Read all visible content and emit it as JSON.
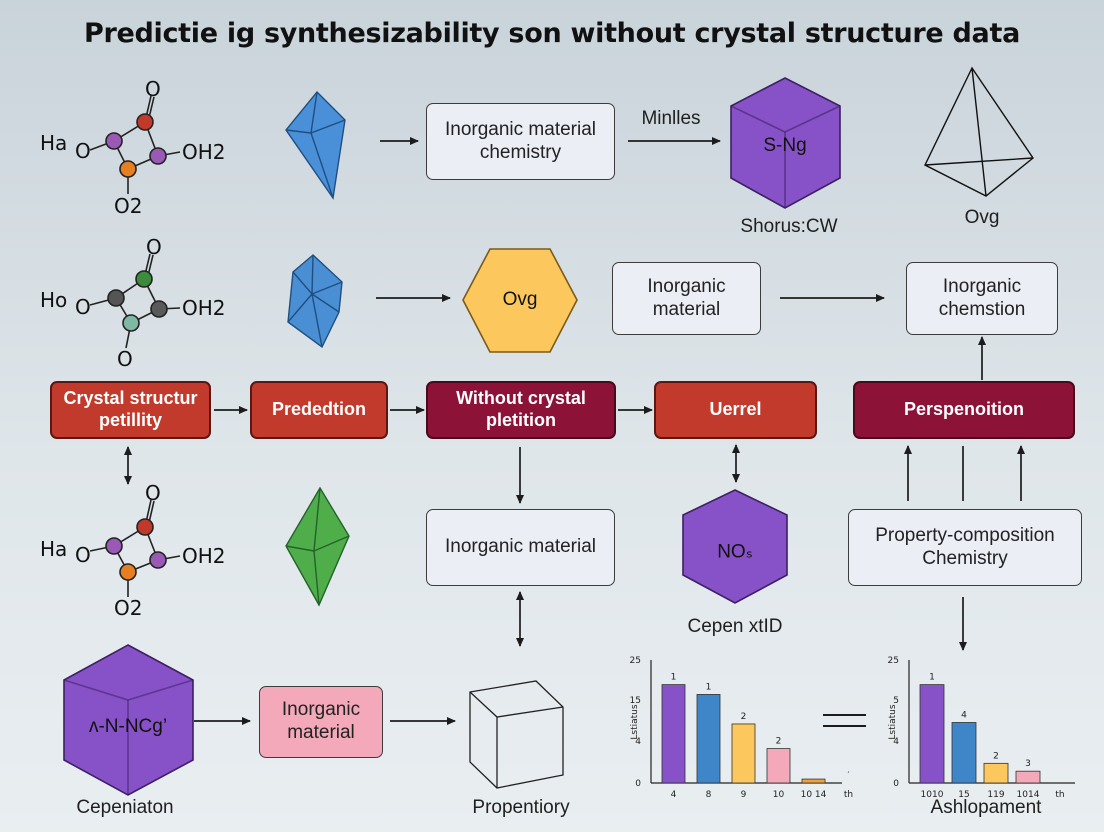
{
  "title": "Predictie ig synthesizability  son without crystal structure data",
  "molecules": [
    {
      "left": "Ha",
      "right": "OH2",
      "bottom": "O2"
    },
    {
      "left": "Ho",
      "right": "OH2",
      "bottom": ""
    },
    {
      "left": "Ha",
      "right": "OH2",
      "bottom": "O2"
    }
  ],
  "row1": {
    "box": "Inorganic material chemistry",
    "arrow_label": "Minlles",
    "hex_text": "S-Ng",
    "hex_caption": "Shorus:CW",
    "pyramid_caption": "Ovg"
  },
  "row2": {
    "hex_text": "Ovg",
    "box_mid": "Inorganic material",
    "box_right": "Inorganic chemstion"
  },
  "row3": {
    "b1": "Crystal structur petillity",
    "b2": "Prededtion",
    "b3": "Without crystal pletition",
    "b4": "Uerrel",
    "b5": "Perspenoition"
  },
  "row4": {
    "box_mid": "Inorganic material",
    "hex_text": "NOₛ",
    "hex_caption": "Cepen xtID",
    "box_right": "Property-composition Chemistry"
  },
  "row5": {
    "hex_text": "ʌ-N-NCg’",
    "caption_left": "Cepeniaton",
    "box_mid": "Inorganic material",
    "caption_cube": "Propentiory",
    "caption_chart2": "Ashlopament"
  },
  "colors": {
    "blue": "#3f86c9",
    "green": "#4fae4a",
    "orange": "#fcc85e",
    "purple": "#8752c7",
    "red": "#c23a2c",
    "wine": "#8c1238",
    "pink": "#f3a9b9"
  },
  "chart_data": [
    {
      "type": "bar",
      "ylabel": "Lstiatus",
      "ylim": [
        0,
        25
      ],
      "yticks": [
        "0",
        "4",
        "15",
        "25"
      ],
      "categories": [
        "4",
        "8",
        "9",
        "10",
        "10 14",
        "th"
      ],
      "values": [
        20,
        18,
        12,
        7,
        0.8,
        0
      ],
      "colors": [
        "#8752c7",
        "#3f86c9",
        "#fcc85e",
        "#f3a9b9",
        "#f0a03c",
        "#cccccc"
      ],
      "data_labels": [
        "1",
        "1",
        "2",
        "2",
        "",
        "′"
      ]
    },
    {
      "type": "bar",
      "ylabel": "Lstiatus",
      "ylim": [
        0,
        25
      ],
      "yticks": [
        "0",
        "4",
        "5",
        "25"
      ],
      "categories": [
        "1010",
        "15",
        "119",
        "1014",
        "th"
      ],
      "values": [
        20,
        12.3,
        4,
        2.4,
        0
      ],
      "colors": [
        "#8752c7",
        "#3f86c9",
        "#fcc85e",
        "#f3a9b9",
        "#cccccc"
      ],
      "data_labels": [
        "1",
        "4",
        "2",
        "3",
        ""
      ]
    }
  ]
}
